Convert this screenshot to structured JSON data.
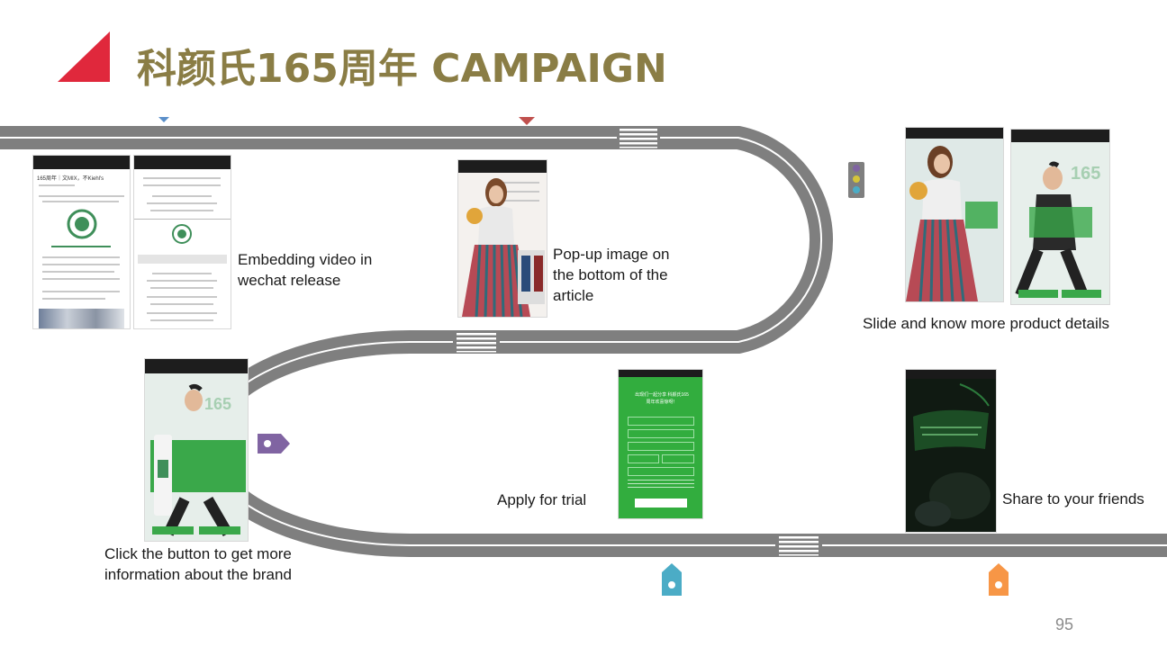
{
  "slide": {
    "title": "科颜氏165周年 CAMPAIGN",
    "page_number": "95",
    "accent_color": "#e0283c",
    "title_color": "#8a7d45",
    "road_color": "#7f7f7f"
  },
  "steps": [
    {
      "caption": "Embedding video in wechat release",
      "phone_header": "165周年｜文MIX，不Kiehl's"
    },
    {
      "caption": "Pop-up image on the bottom of the article"
    },
    {
      "caption": "Slide and know more product details",
      "phone_text": "165"
    },
    {
      "caption": "Click the button to get more information about the brand",
      "phone_text": "165"
    },
    {
      "caption": "Apply for trial",
      "phone_text": "出现们一起分享 科颜氏165周年欢喜惊呀！"
    },
    {
      "caption": "Share to your friends"
    }
  ],
  "markers": [
    {
      "icon": "blue-triangle-marker-icon",
      "color": "#5b8fc9"
    },
    {
      "icon": "red-triangle-marker-icon",
      "color": "#c0504d"
    },
    {
      "icon": "traffic-light-icon",
      "color": "#7f7f7f"
    },
    {
      "icon": "purple-tag-icon",
      "color": "#8064a2"
    },
    {
      "icon": "blue-tag-icon",
      "color": "#4bacc6"
    },
    {
      "icon": "orange-tag-icon",
      "color": "#f79646"
    }
  ]
}
